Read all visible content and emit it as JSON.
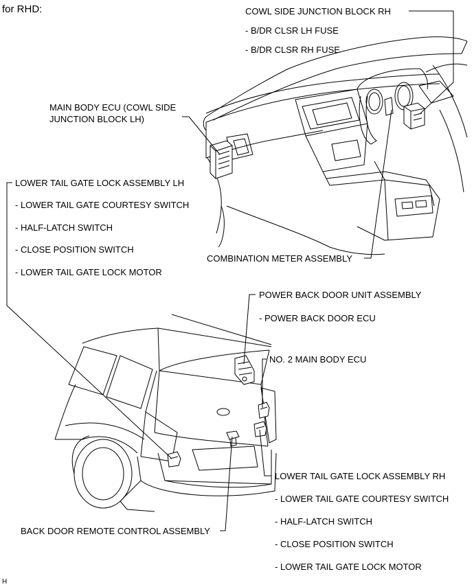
{
  "header": {
    "text": "for RHD:"
  },
  "footer": {
    "code": "H"
  },
  "labels": {
    "cowl_rh": "COWL SIDE JUNCTION BLOCK RH",
    "cowl_rh_sub1": "- B/DR CLSR LH FUSE",
    "cowl_rh_sub2": "- B/DR CLSR RH FUSE",
    "main_ecu_line1": "MAIN BODY ECU (COWL SIDE",
    "main_ecu_line2": "JUNCTION BLOCK LH)",
    "lower_lh": "LOWER TAIL GATE LOCK ASSEMBLY LH",
    "lower_lh_sub1": "- LOWER TAIL GATE COURTESY SWITCH",
    "lower_lh_sub2": "- HALF-LATCH SWITCH",
    "lower_lh_sub3": "- CLOSE POSITION SWITCH",
    "lower_lh_sub4": "- LOWER TAIL GATE LOCK MOTOR",
    "combination_meter": "COMBINATION METER ASSEMBLY",
    "power_back_door": "POWER BACK DOOR UNIT ASSEMBLY",
    "power_back_door_sub": "- POWER BACK DOOR ECU",
    "no2_main_ecu": "NO. 2 MAIN BODY ECU",
    "lower_rh": "LOWER TAIL GATE LOCK ASSEMBLY RH",
    "lower_rh_sub1": "- LOWER TAIL GATE COURTESY SWITCH",
    "lower_rh_sub2": "- HALF-LATCH SWITCH",
    "lower_rh_sub3": "- CLOSE POSITION SWITCH",
    "lower_rh_sub4": "- LOWER TAIL GATE LOCK MOTOR",
    "back_door_remote": "BACK DOOR REMOTE CONTROL ASSEMBLY"
  }
}
